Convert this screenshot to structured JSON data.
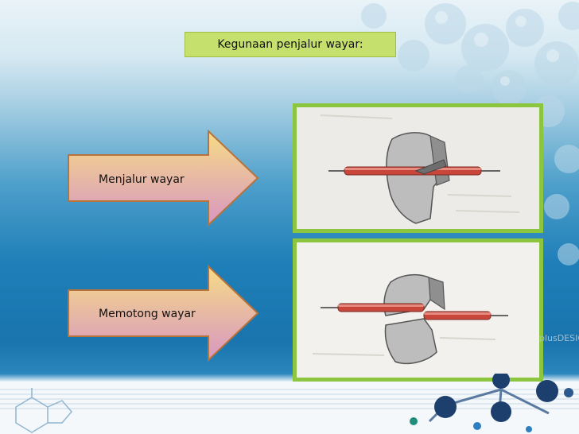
{
  "slide": {
    "title": "Kegunaan penjalur wayar:",
    "items": [
      {
        "label": "Menjalur wayar"
      },
      {
        "label": "Memotong wayar"
      }
    ],
    "brand_text": "plusDESIG",
    "colors": {
      "title_bg": "#c6e06e",
      "frame_green": "#8cc63f",
      "wire_red": "#c9473a",
      "arrow_gradient_top": "#f4d98a",
      "arrow_gradient_bottom": "#d89abf"
    }
  }
}
